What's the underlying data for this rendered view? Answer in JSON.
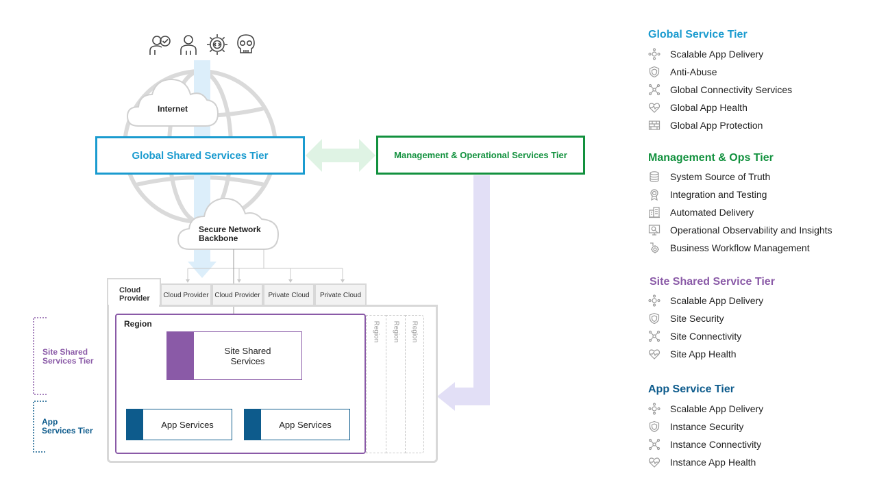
{
  "actors": [
    "user-check-icon",
    "user-icon",
    "gear-code-icon",
    "skull-icon"
  ],
  "diagram": {
    "internet": "Internet",
    "global_tier": "Global Shared Services Tier",
    "mgmt_tier": "Management & Operational Services Tier",
    "backbone_line1": "Secure Network",
    "backbone_line2": "Backbone",
    "cloud_provider_line1": "Cloud",
    "cloud_provider_line2": "Provider",
    "tabs": [
      "Cloud Provider",
      "Cloud Provider",
      "Private Cloud",
      "Private Cloud"
    ],
    "region": "Region",
    "region_strips": [
      "Region",
      "Region",
      "Region"
    ],
    "site_shared_line1": "Site Shared",
    "site_shared_line2": "Services",
    "app_services": [
      "App Services",
      "App Services"
    ],
    "side_site_line1": "Site Shared",
    "side_site_line2": "Services Tier",
    "side_app_line1": "App",
    "side_app_line2": "Services Tier"
  },
  "colors": {
    "global": "#1a9bcf",
    "mgmt": "#12913e",
    "site": "#8a5aa7",
    "app": "#0d5b8c",
    "light_blue_arrow": "#dceefa",
    "light_green_arrow": "#dff3e4",
    "lavender_arrow": "#e2dff6"
  },
  "legend": [
    {
      "title": "Global Service Tier",
      "color": "#1a9bcf",
      "items": [
        {
          "label": "Scalable App Delivery",
          "icon": "nodes-icon"
        },
        {
          "label": "Anti-Abuse",
          "icon": "shield-icon"
        },
        {
          "label": "Global Connectivity Services",
          "icon": "network-icon"
        },
        {
          "label": "Global App Health",
          "icon": "heart-pulse-icon"
        },
        {
          "label": "Global App Protection",
          "icon": "firewall-icon"
        }
      ]
    },
    {
      "title": "Management & Ops Tier",
      "color": "#12913e",
      "items": [
        {
          "label": "System Source of Truth",
          "icon": "database-icon"
        },
        {
          "label": "Integration and Testing",
          "icon": "badge-icon"
        },
        {
          "label": "Automated Delivery",
          "icon": "buildings-icon"
        },
        {
          "label": "Operational Observability and Insights",
          "icon": "monitor-search-icon"
        },
        {
          "label": "Business Workflow Management",
          "icon": "workflow-gear-icon"
        }
      ]
    },
    {
      "title": "Site Shared Service Tier",
      "color": "#8a5aa7",
      "items": [
        {
          "label": "Scalable App Delivery",
          "icon": "nodes-icon"
        },
        {
          "label": "Site Security",
          "icon": "shield-icon"
        },
        {
          "label": "Site Connectivity",
          "icon": "network-icon"
        },
        {
          "label": "Site App Health",
          "icon": "heart-pulse-icon"
        }
      ]
    },
    {
      "title": "App Service Tier",
      "color": "#0d5b8c",
      "items": [
        {
          "label": "Scalable App Delivery",
          "icon": "nodes-icon"
        },
        {
          "label": "Instance Security",
          "icon": "shield-icon"
        },
        {
          "label": "Instance Connectivity",
          "icon": "network-icon"
        },
        {
          "label": "Instance App Health",
          "icon": "heart-pulse-icon"
        }
      ]
    }
  ]
}
